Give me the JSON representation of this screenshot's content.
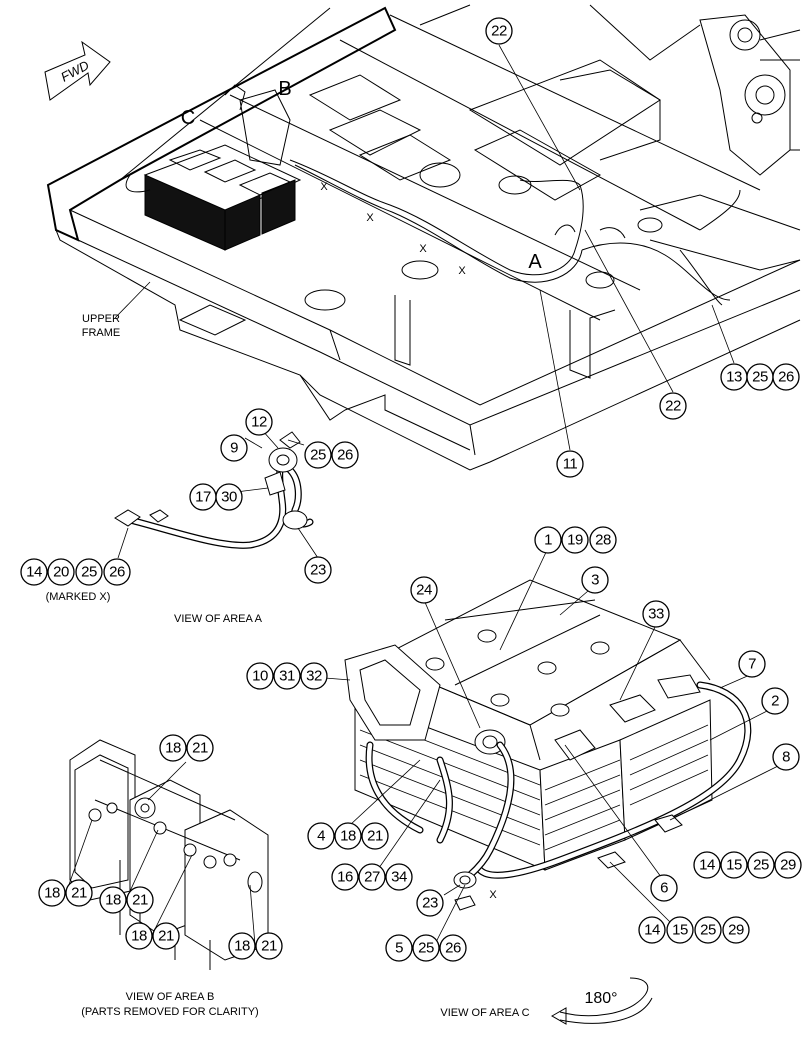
{
  "labels": {
    "fwd": "FWD",
    "area_b_letter": "B",
    "area_c_letter": "C",
    "area_a_letter": "A",
    "upper_frame_line1": "UPPER",
    "upper_frame_line2": "FRAME",
    "marked_x": "(MARKED X)",
    "view_a": "VIEW OF AREA A",
    "view_b": "VIEW OF AREA B",
    "view_b_note": "(PARTS REMOVED FOR CLARITY)",
    "view_c": "VIEW OF AREA C",
    "rotation": "180°",
    "x_mark": "X"
  },
  "callouts": {
    "c22a": "22",
    "c22b": "22",
    "c11": "11",
    "c13": "13",
    "c25a": "25",
    "c26a": "26",
    "c12": "12",
    "c9": "9",
    "c25b": "25",
    "c26b": "26",
    "c17": "17",
    "c30": "30",
    "c14a": "14",
    "c20": "20",
    "c25c": "25",
    "c26c": "26",
    "c23a": "23",
    "c1": "1",
    "c19": "19",
    "c28": "28",
    "c3": "3",
    "c24": "24",
    "c33": "33",
    "c10": "10",
    "c31": "31",
    "c32": "32",
    "c7": "7",
    "c2": "2",
    "c8": "8",
    "c4": "4",
    "c18a": "18",
    "c21a": "21",
    "c14b": "14",
    "c15a": "15",
    "c25d": "25",
    "c29a": "29",
    "c16": "16",
    "c27": "27",
    "c34": "34",
    "c6": "6",
    "c23b": "23",
    "c14c": "14",
    "c15b": "15",
    "c25e": "25",
    "c29b": "29",
    "c5": "5",
    "c25f": "25",
    "c26d": "26",
    "c18b": "18",
    "c21b": "21",
    "c18c": "18",
    "c21c": "21",
    "c18d": "18",
    "c21d": "21",
    "c18e": "18",
    "c21e": "21",
    "c18f": "18",
    "c21f": "21"
  }
}
